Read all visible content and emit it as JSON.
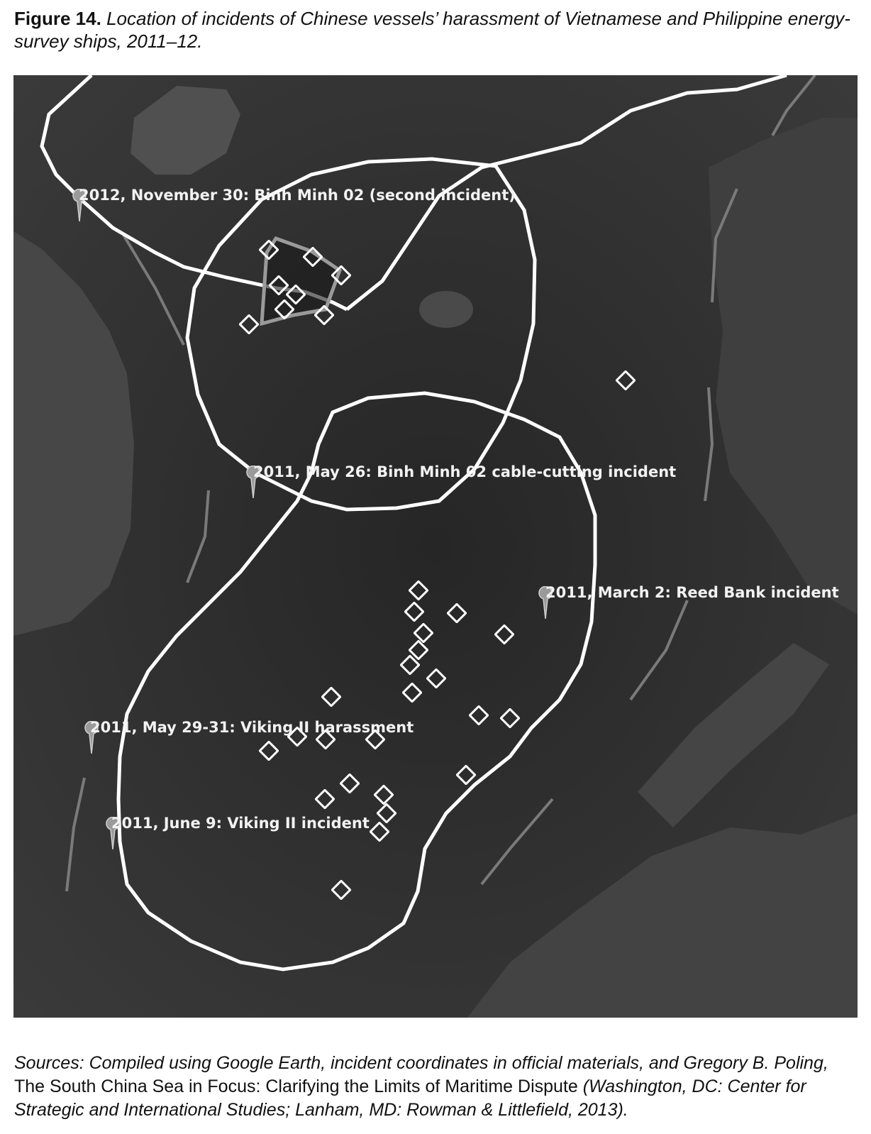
{
  "figure": {
    "number": "Figure 14.",
    "title": "Location of incidents of Chinese vessels’ harassment of Vietnamese and Philippine energy-survey ships, 2011–12."
  },
  "map": {
    "labels": {
      "nov30_2012": "2012, November 30: Binh Minh 02 (second incident)",
      "may26_2011": "2011, May 26: Binh Minh 02 cable-cutting incident",
      "march2_2011": "2011, March 2: Reed Bank incident",
      "may29_2011": "2011, May 29-31: Viking II harassment",
      "june9_2011": "2011, June 9: Viking II incident"
    },
    "icons": {
      "pin": "placemark-pin-icon",
      "marker": "diamond-marker-icon"
    },
    "colors": {
      "boundary": "#ffffff",
      "sea": "#2e2e2e",
      "land": "#3a3a3a"
    }
  },
  "sources": {
    "lead": "Sources: Compiled using Google Earth, incident coordinates in official materials, and Gregory B. Poling,",
    "book": " The South China Sea in Focus: Clarifying the Limits of Maritime Dispute ",
    "publisher": "(Washington, DC: Center for Strategic and International Studies; Lanham, MD: Rowman & Littlefield, 2013)."
  }
}
